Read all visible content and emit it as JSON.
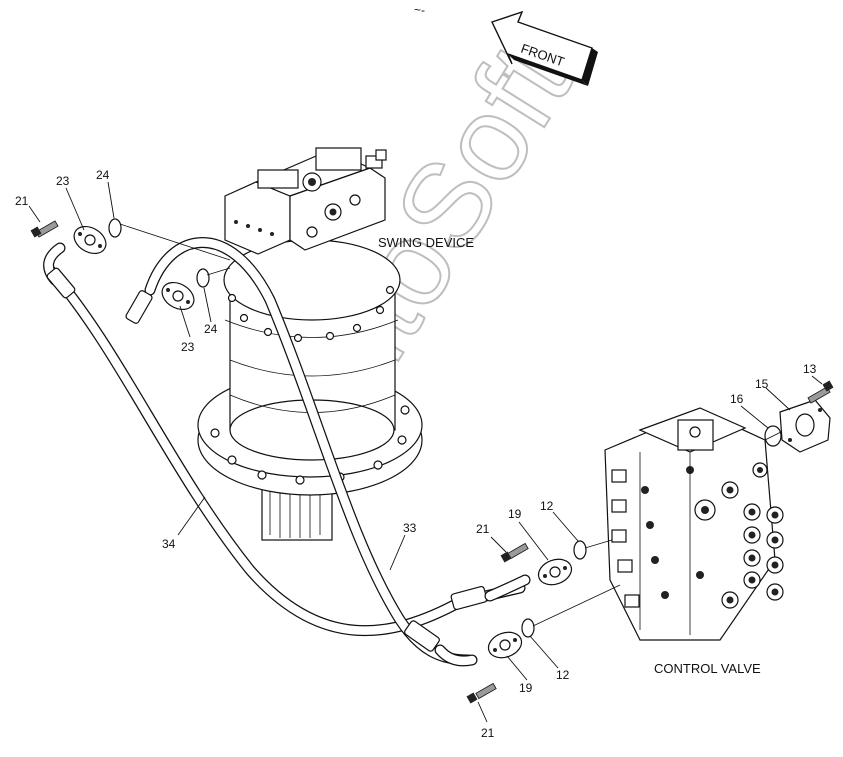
{
  "front_label": "FRONT",
  "component_labels": {
    "swing_device": "SWING DEVICE",
    "control_valve": "CONTROL VALVE"
  },
  "watermark": "AutoSoft",
  "top_mark": "~-",
  "part_numbers": {
    "p21_top_left": "21",
    "p23_top_left": "23",
    "p24_top_left": "24",
    "p24_mid": "24",
    "p23_mid": "23",
    "p13": "13",
    "p15": "15",
    "p16": "16",
    "p34": "34",
    "p33": "33",
    "p21_mid": "21",
    "p19_upper": "19",
    "p12_upper": "12",
    "p12_lower": "12",
    "p19_lower": "19",
    "p21_bottom": "21"
  }
}
